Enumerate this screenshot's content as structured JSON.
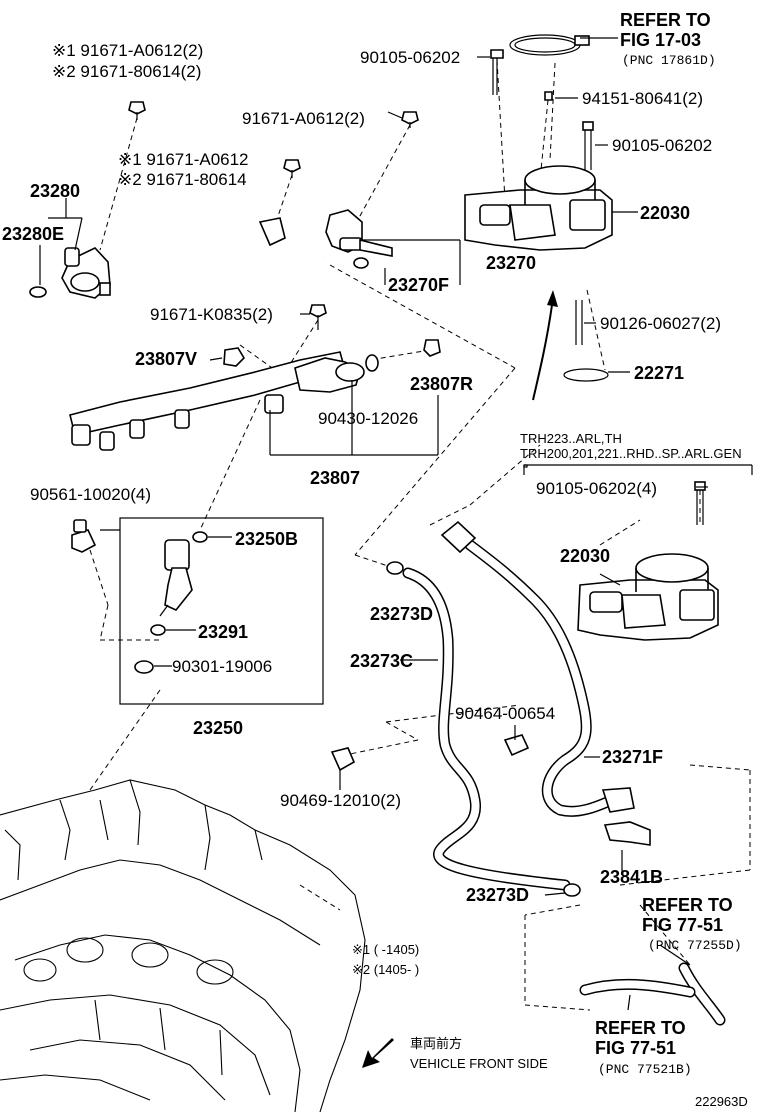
{
  "labels": {
    "refer_fig17": [
      "REFER TO",
      "FIG 17-03",
      "(PNC 17861D)"
    ],
    "p_90105_top": "90105-06202",
    "p_94151": "94151-80641(2)",
    "p_90105_mid": "90105-06202",
    "p_22030_a": "22030",
    "p_90126": "90126-06027(2)",
    "p_22271": "22271",
    "variant_text": [
      "TRH223..ARL,TH",
      "TRH200,201,221..RHD..SP..ARL.GEN"
    ],
    "p_90105_4": "90105-06202(4)",
    "p_22030_b": "22030",
    "bolt_alt_top": [
      "※1 91671-A0612(2)",
      "※2 91671-80614(2)"
    ],
    "p_91671_a0612_2": "91671-A0612(2)",
    "bolt_alt_mid": [
      "※1 91671-A0612",
      "※2 91671-80614"
    ],
    "p_23280": "23280",
    "p_23280e": "23280E",
    "p_23270": "23270",
    "p_23270f": "23270F",
    "p_91671_k0835": "91671-K0835(2)",
    "p_23807v": "23807V",
    "p_23807r": "23807R",
    "p_90430": "90430-12026",
    "p_23807": "23807",
    "p_90561": "90561-10020(4)",
    "p_23250b": "23250B",
    "p_23291": "23291",
    "p_90301": "90301-19006",
    "p_23250": "23250",
    "p_23273d_a": "23273D",
    "p_23273c": "23273C",
    "p_90464": "90464-00654",
    "p_90469": "90469-12010(2)",
    "p_23271f": "23271F",
    "p_23841b": "23841B",
    "p_23273d_b": "23273D",
    "refer_fig77_a": [
      "REFER TO",
      "FIG 77-51",
      "(PNC 77255D)"
    ],
    "refer_fig77_b": [
      "REFER TO",
      "FIG 77-51",
      "(PNC 77521B)"
    ],
    "footnotes": [
      "※1 (      -1405)",
      "※2 (1405-      )"
    ],
    "direction_jp": "車両前方",
    "direction_en": "VEHICLE FRONT SIDE",
    "figure_id": "222963D"
  }
}
